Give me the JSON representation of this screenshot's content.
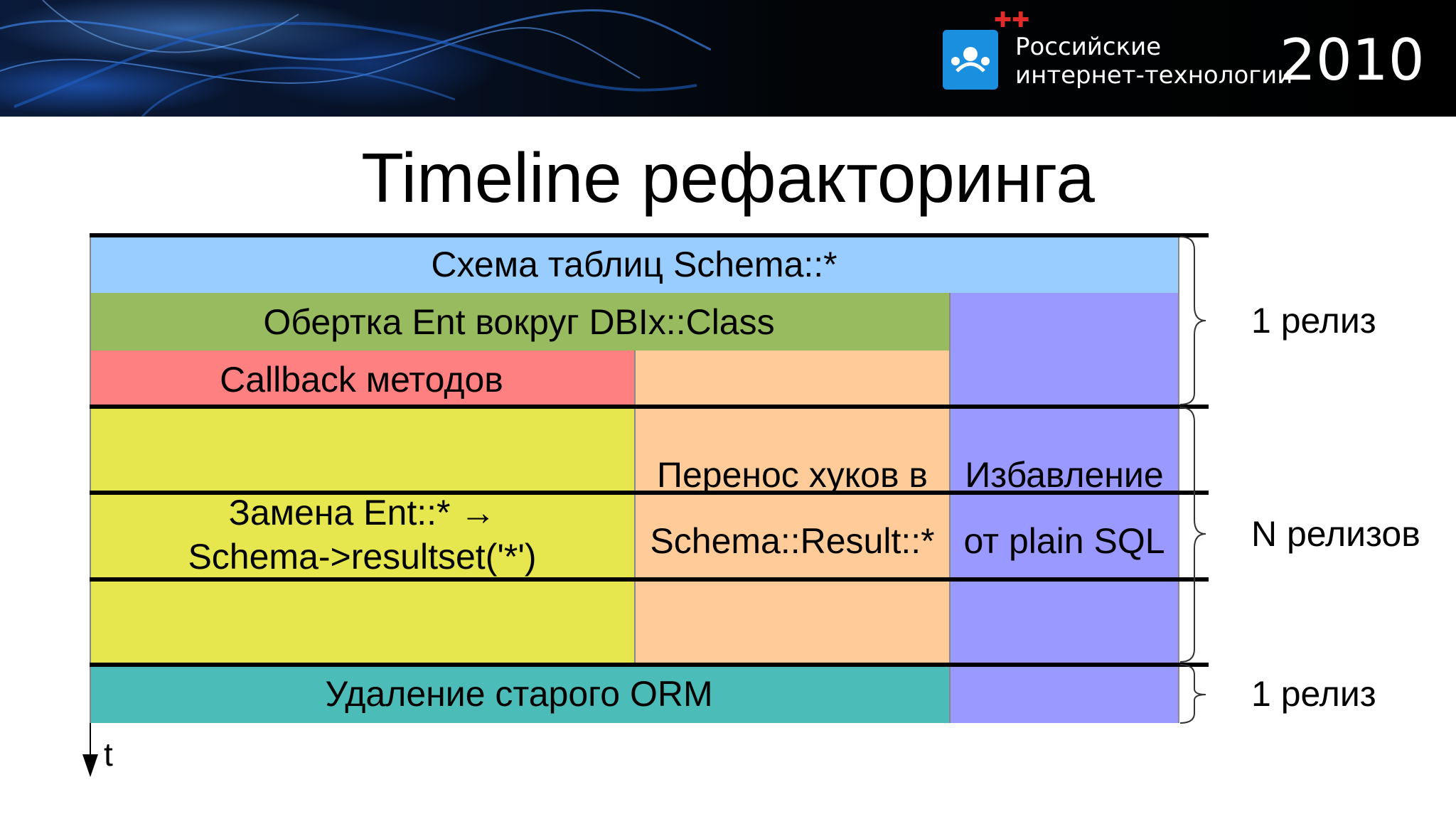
{
  "header": {
    "brand_line1": "Российские",
    "brand_line2": "интернет-технологии",
    "year": "2010",
    "logo_icon": "people-group-icon",
    "colors": {
      "logo": "#1a8fe0",
      "plus": "#e12a2a"
    }
  },
  "title": "Timeline рефакторинга",
  "diagram": {
    "rows": {
      "schema": "Схема таблиц Schema::*",
      "wrapper": "Обертка Ent вокруг DBIx::Class",
      "callback": "Callback методов",
      "replace_line1": "Замена Ent::* →",
      "replace_line2": "Schema->resultset('*')",
      "hooks_line1": "Перенос хуков в",
      "hooks_line2": "Schema::Result::*",
      "plain_line1": "Избавление",
      "plain_line2": "от plain SQL",
      "remove": "Удаление старого ORM"
    },
    "side_labels": {
      "phase1": "1 релиз",
      "phase2": "N релизов",
      "phase3": "1 релиз"
    },
    "time_axis_label": "t",
    "colors": {
      "schema": "#99ccff",
      "wrapper": "#99bb5f",
      "callback": "#ff8080",
      "replace": "#e6e64f",
      "hooks": "#ffcc99",
      "plain": "#9999ff",
      "remove": "#4bbcb8"
    }
  }
}
